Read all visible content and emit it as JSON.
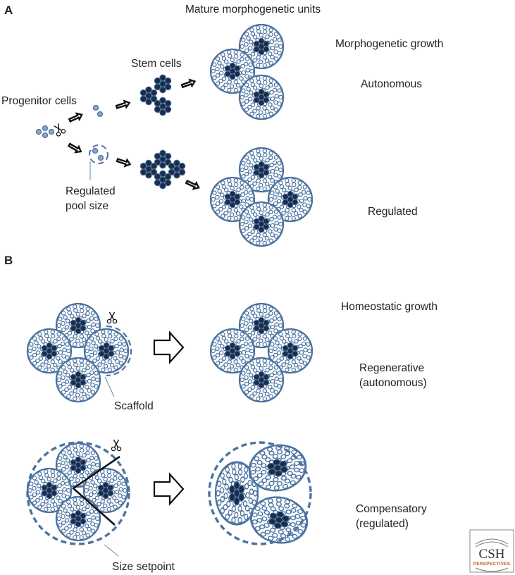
{
  "panels": {
    "a": {
      "letter": "A",
      "header": "Mature morphogenetic units",
      "growth_title": "Morphogenetic growth",
      "progenitor_label": "Progenitor cells",
      "stem_label": "Stem cells",
      "pool_label_line1": "Regulated",
      "pool_label_line2": "pool size",
      "row_autonomous": "Autonomous",
      "row_regulated": "Regulated"
    },
    "b": {
      "letter": "B",
      "growth_title": "Homeostatic growth",
      "regen_line1": "Regenerative",
      "regen_line2": "(autonomous)",
      "scaffold_label": "Scaffold",
      "comp_line1": "Compensatory",
      "comp_line2": "(regulated)",
      "setpoint_label": "Size setpoint"
    }
  },
  "logo": {
    "main": "CSH",
    "sub": "PERSPECTIVES"
  },
  "colors": {
    "unit_outline": "#4c73a0",
    "core": "#1b2d4a",
    "progenitor": "#8ea6c4",
    "arrow": "#111111"
  },
  "icons": [
    "scissors-icon",
    "scissors-icon",
    "scissors-icon",
    "arrow-icon",
    "outline-arrow-icon"
  ]
}
